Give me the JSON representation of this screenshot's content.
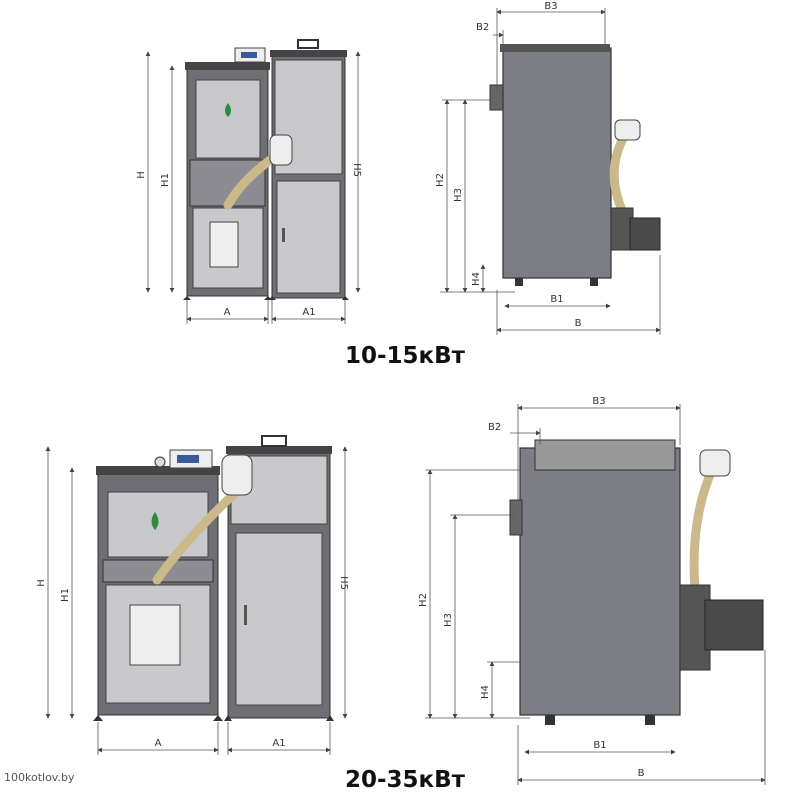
{
  "variants": [
    {
      "title": "10-15кВт",
      "front_labels": {
        "h": "H",
        "h1": "H1",
        "h5": "H5",
        "a": "A",
        "a1": "A1"
      },
      "side_labels": {
        "b3": "B3",
        "b2": "B2",
        "b1": "B1",
        "b": "B",
        "h2": "H2",
        "h3": "H3",
        "h4": "H4"
      }
    },
    {
      "title": "20-35кВт",
      "front_labels": {
        "h": "H",
        "h1": "H1",
        "h5": "H5",
        "a": "A",
        "a1": "A1"
      },
      "side_labels": {
        "b3": "B3",
        "b2": "B2",
        "b1": "B1",
        "b": "B",
        "h2": "H2",
        "h3": "H3",
        "h4": "H4"
      }
    }
  ],
  "watermark": "100kotlov.by",
  "colors": {
    "body": "#6e6e74",
    "panel": "#c9c9cc",
    "pipe": "#c9b98b",
    "logo": "#2e8b3a"
  }
}
